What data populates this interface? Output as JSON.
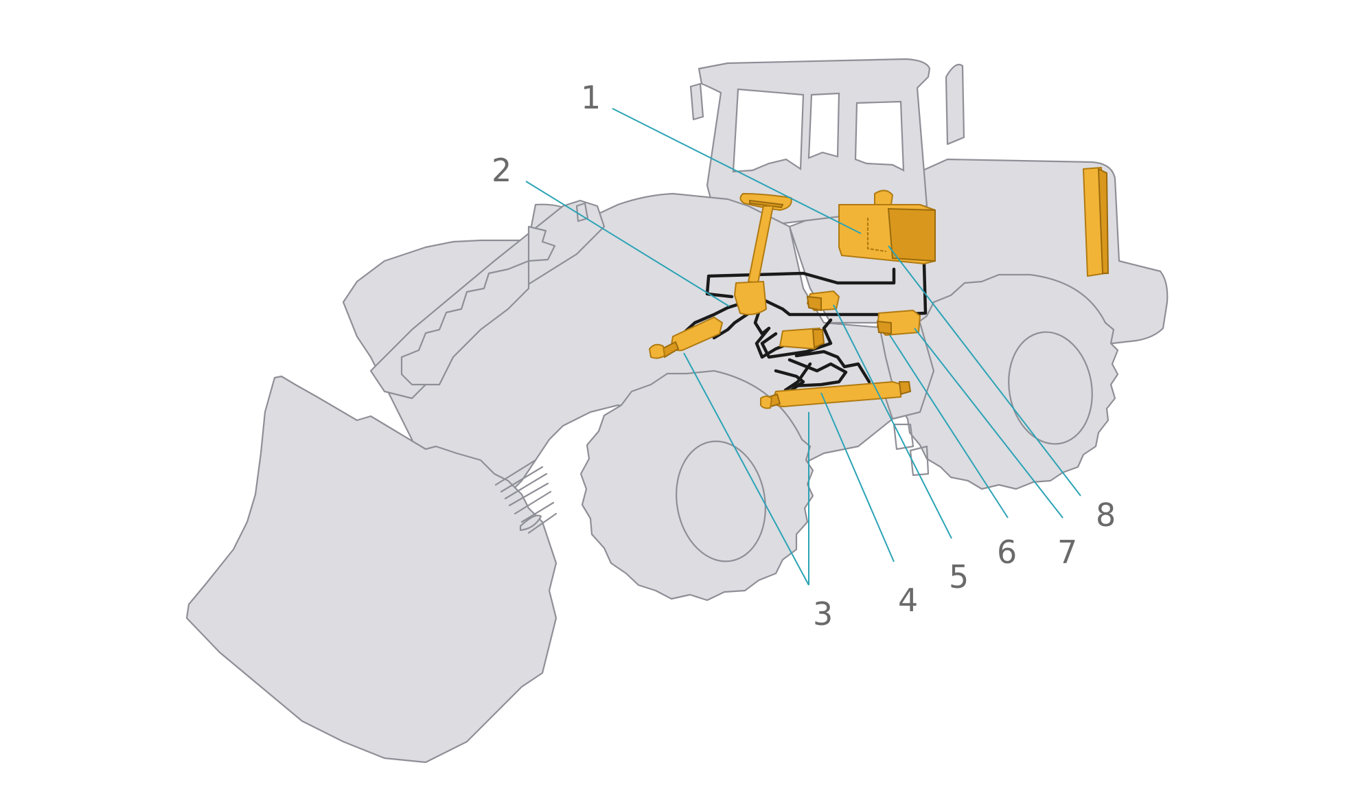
{
  "labels": [
    "1",
    "2",
    "3",
    "4",
    "5",
    "6",
    "7",
    "8"
  ],
  "colors": {
    "machine_fill": "#dcdce1",
    "machine_outline": "#8e8e96",
    "component": "#f2b437",
    "hose": "#1a1a1a",
    "leader": "#2aa3b5",
    "label_text": "#6a6a6a"
  }
}
